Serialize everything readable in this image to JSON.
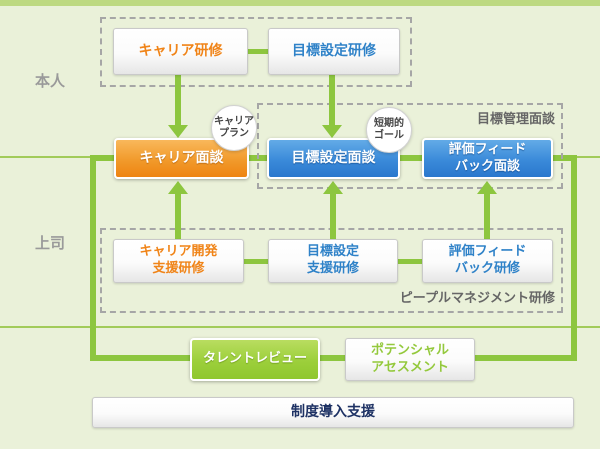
{
  "colors": {
    "background": "#eaf1d9",
    "top_strip_green": "#bdd981",
    "connector_green": "#8dc63f",
    "orange_accent": "#f08418",
    "blue_accent": "#2f82c8",
    "green_text": "#94c93d",
    "navy_text": "#1e3264",
    "lane_label_gray": "#9a9a9a"
  },
  "lanes": {
    "self": "本人",
    "manager": "上司"
  },
  "groups": {
    "goal_management": "目標管理面談",
    "people_management": "ピープルマネジメント研修"
  },
  "boxes": {
    "career_training": "キャリア研修",
    "goal_setting_training": "目標設定研修",
    "career_interview": "キャリア面談",
    "goal_setting_interview": "目標設定面談",
    "eval_feedback_interview": "評価フィード\nバック面談",
    "career_dev_training": "キャリア開発\n支援研修",
    "goal_support_training": "目標設定\n支援研修",
    "eval_feedback_training": "評価フィード\nバック研修",
    "talent_review": "タレントレビュー",
    "potential_assessment": "ポテンシャル\nアセスメント",
    "system_support": "制度導入支援"
  },
  "badges": {
    "career_plan": "キャリア\nプラン",
    "short_term_goal": "短期的\nゴール"
  }
}
